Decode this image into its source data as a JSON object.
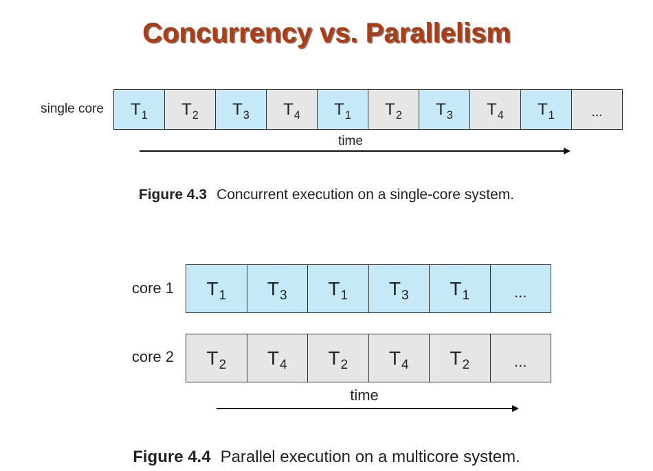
{
  "title": "Concurrency vs. Parallelism",
  "figure1": {
    "row_label": "single core",
    "cells": [
      {
        "t": "T",
        "sub": "1",
        "color": "blue"
      },
      {
        "t": "T",
        "sub": "2",
        "color": "gray"
      },
      {
        "t": "T",
        "sub": "3",
        "color": "blue"
      },
      {
        "t": "T",
        "sub": "4",
        "color": "gray"
      },
      {
        "t": "T",
        "sub": "1",
        "color": "blue"
      },
      {
        "t": "T",
        "sub": "2",
        "color": "gray"
      },
      {
        "t": "T",
        "sub": "3",
        "color": "blue"
      },
      {
        "t": "T",
        "sub": "4",
        "color": "gray"
      },
      {
        "t": "T",
        "sub": "1",
        "color": "blue"
      },
      {
        "t": "...",
        "sub": "",
        "color": "gray"
      }
    ],
    "time_label": "time",
    "caption_number": "Figure 4.3",
    "caption_text": "Concurrent execution on a single-core system."
  },
  "figure2": {
    "rows": [
      {
        "label": "core 1",
        "cells": [
          {
            "t": "T",
            "sub": "1",
            "color": "blue"
          },
          {
            "t": "T",
            "sub": "3",
            "color": "blue"
          },
          {
            "t": "T",
            "sub": "1",
            "color": "blue"
          },
          {
            "t": "T",
            "sub": "3",
            "color": "blue"
          },
          {
            "t": "T",
            "sub": "1",
            "color": "blue"
          },
          {
            "t": "...",
            "sub": "",
            "color": "blue"
          }
        ]
      },
      {
        "label": "core 2",
        "cells": [
          {
            "t": "T",
            "sub": "2",
            "color": "gray"
          },
          {
            "t": "T",
            "sub": "4",
            "color": "gray"
          },
          {
            "t": "T",
            "sub": "2",
            "color": "gray"
          },
          {
            "t": "T",
            "sub": "4",
            "color": "gray"
          },
          {
            "t": "T",
            "sub": "2",
            "color": "gray"
          },
          {
            "t": "...",
            "sub": "",
            "color": "gray"
          }
        ]
      }
    ],
    "time_label": "time",
    "caption_number": "Figure 4.4",
    "caption_text": "Parallel execution on a multicore system."
  },
  "colors": {
    "title": "#b23a0e",
    "blue_cell": "#c6e9f7",
    "gray_cell": "#e6e6e6"
  }
}
